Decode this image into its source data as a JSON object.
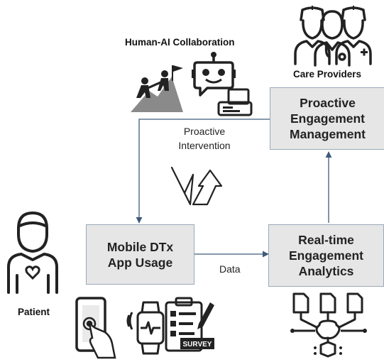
{
  "labels": {
    "human_ai": "Human-AI Collaboration",
    "care_providers": "Care Providers",
    "patient": "Patient",
    "proactive_intervention": "Proactive\nIntervention",
    "data": "Data",
    "survey": "SURVEY"
  },
  "boxes": {
    "engagement_management": "Proactive\nEngagement\nManagement",
    "app_usage": "Mobile DTx\nApp Usage",
    "analytics": "Real-time\nEngagement\nAnalytics"
  },
  "colors": {
    "box_fill": "#e6e6e6",
    "box_border": "#9aa9b8",
    "arrow": "#3e5a7a",
    "icon": "#222222"
  }
}
